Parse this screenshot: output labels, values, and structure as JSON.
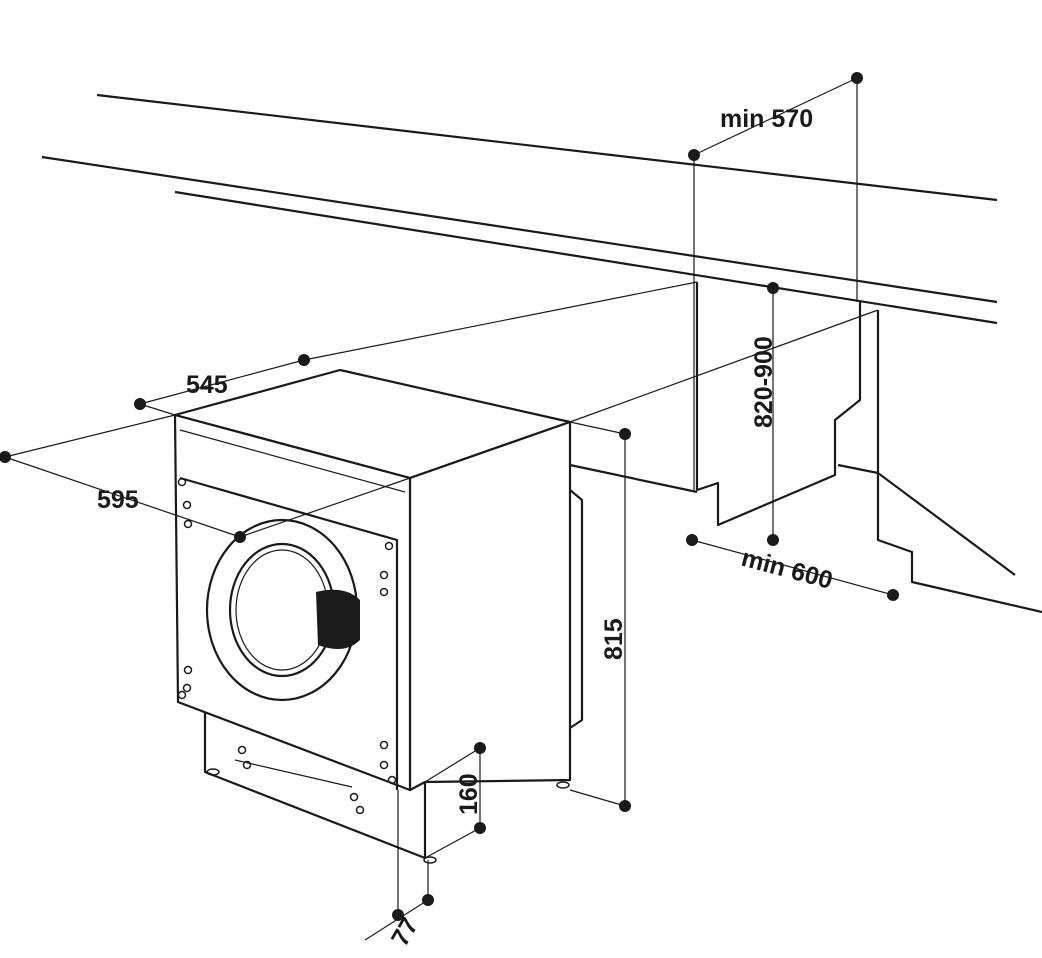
{
  "title": "Built-in washing machine installation dimensions",
  "dimensions": {
    "top_clearance": "min 570",
    "depth": "545",
    "width": "595",
    "worktop_height": "820-900",
    "niche_depth": "min 600",
    "machine_height": "815",
    "plinth_height": "160",
    "plinth_setback": "77"
  },
  "colors": {
    "line": "#1a1a1a",
    "background": "#ffffff"
  }
}
